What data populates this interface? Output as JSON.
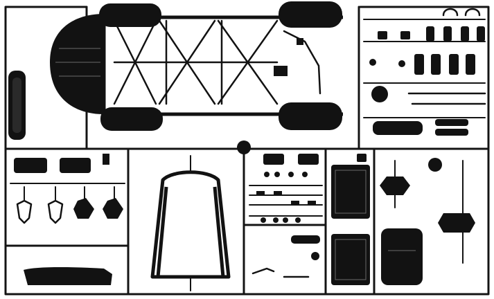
{
  "image": {
    "subject": "plastic-model-sprue-tree",
    "colors": {
      "background": "#ffffff",
      "plastic": "#121212",
      "highlight": "#6a6a6a"
    }
  },
  "groups": [
    {
      "id": "chassis-section"
    },
    {
      "id": "suspension-section"
    },
    {
      "id": "mid-left-section"
    },
    {
      "id": "frame-section"
    },
    {
      "id": "small-parts-section"
    },
    {
      "id": "panel-section"
    },
    {
      "id": "drivetrain-section"
    }
  ]
}
